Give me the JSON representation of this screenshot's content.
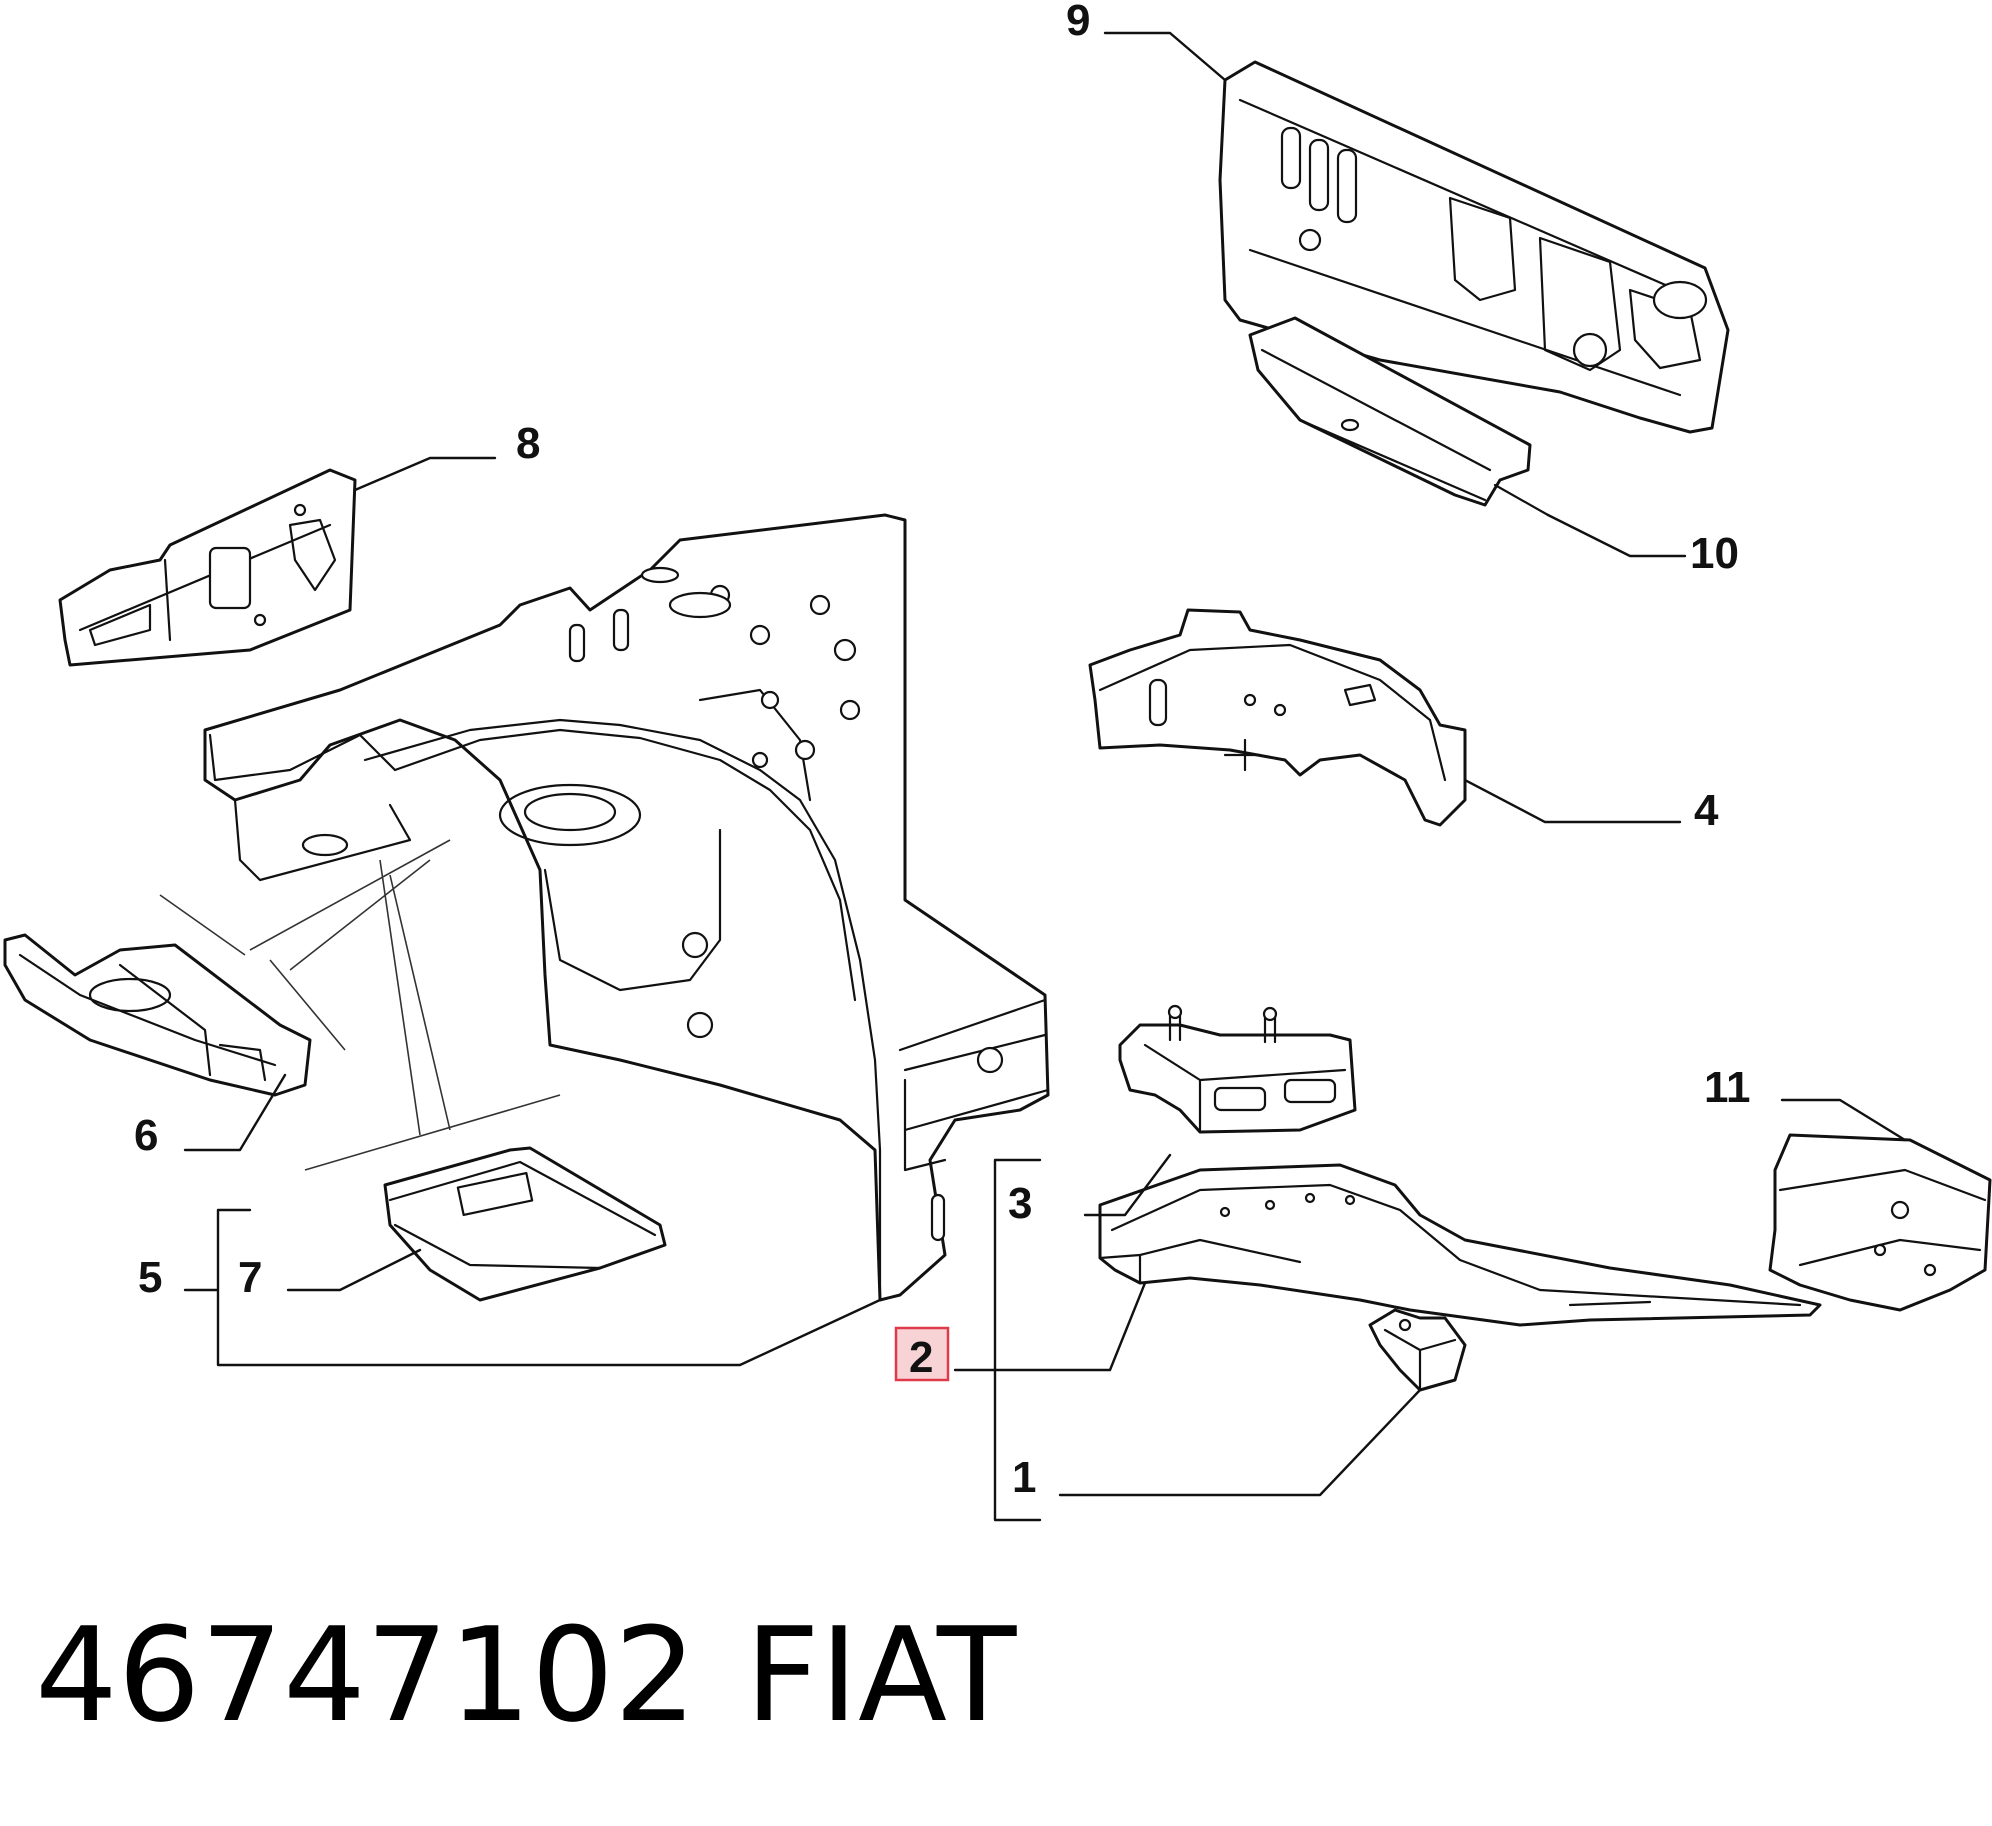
{
  "callouts": {
    "c1": "1",
    "c2": "2",
    "c3": "3",
    "c4": "4",
    "c5": "5",
    "c6": "6",
    "c7": "7",
    "c8": "8",
    "c9": "9",
    "c10": "10",
    "c11": "11"
  },
  "highlighted_callout": "2",
  "caption": {
    "part_number": "46747102",
    "brand": "FIAT"
  },
  "colors": {
    "highlight_fill": "#f7d3d6",
    "highlight_stroke": "#e03a4a"
  }
}
